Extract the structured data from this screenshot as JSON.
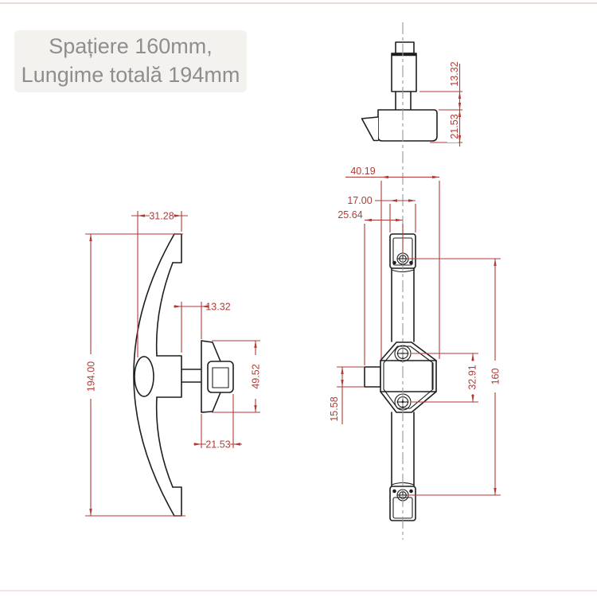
{
  "title": {
    "line1": "Spațiere 160mm,",
    "line2": "Lungime totală 194mm"
  },
  "drawing": {
    "type": "technical-cad-drawing",
    "units": "mm",
    "side_view": {
      "label": "handle-side-view",
      "dims": {
        "depth": "31.28",
        "total_length": "194.00",
        "stem_length": "13.32",
        "latch_height": "49.52",
        "latch_depth": "21.53"
      }
    },
    "front_view": {
      "label": "handle-front-view",
      "dims": {
        "body_width": "40.19",
        "bar_width": "17.00",
        "center_offset": "25.64",
        "screw_spacing": "32.91",
        "mount_spacing": "160",
        "tab_height": "15.58"
      }
    },
    "detail_view": {
      "label": "latch-detail-top-view",
      "dims": {
        "stem_height": "13.32",
        "base_height": "21.53"
      }
    }
  },
  "colors": {
    "outline": "#1e1e1e",
    "dimension": "#b23b36",
    "centerline": "#9099a4",
    "title_text": "#8e8e8e",
    "title_bg": "#f4f2ef",
    "divider": "#eedbd6"
  }
}
